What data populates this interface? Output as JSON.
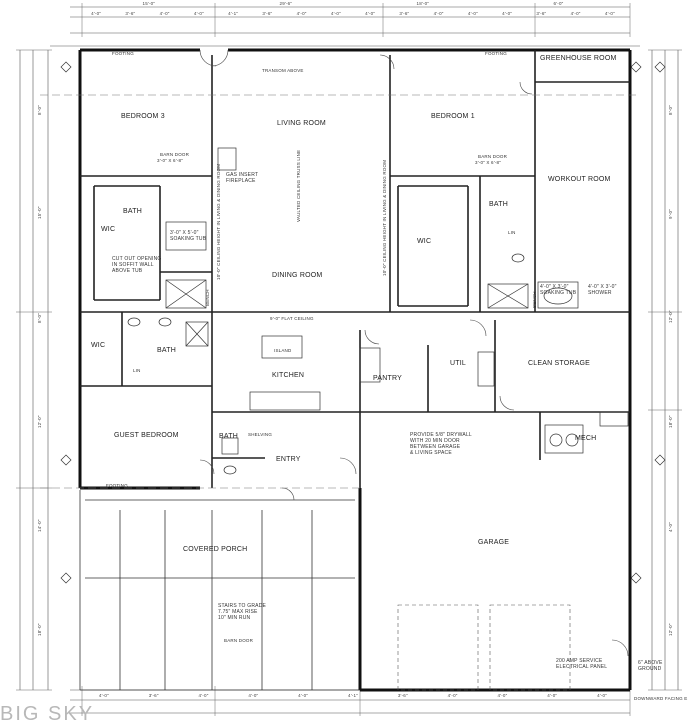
{
  "rooms": {
    "bedroom3": "BEDROOM 3",
    "living_room": "LIVING ROOM",
    "bedroom1": "BEDROOM 1",
    "greenhouse": "GREENHOUSE ROOM",
    "workout": "WORKOUT ROOM",
    "bath_left": "BATH",
    "wic_left": "WIC",
    "dining": "DINING ROOM",
    "wic_right": "WIC",
    "bath_right": "BATH",
    "wic_lower": "WIC",
    "bath_lower": "BATH",
    "kitchen": "KITCHEN",
    "pantry": "PANTRY",
    "util": "UTIL",
    "clean_storage": "CLEAN STORAGE",
    "guest_bedroom": "GUEST BEDROOM",
    "bath_guest": "BATH",
    "entry": "ENTRY",
    "mech": "MECH",
    "covered_porch": "COVERED PORCH",
    "garage": "GARAGE"
  },
  "labels": {
    "barn_door": "BARN DOOR",
    "barn_door_size": "3'-0\" X 6'-8\"",
    "transom": "TRANSOM ABOVE",
    "gas_fireplace": "GAS INSERT\nFIREPLACE",
    "soak_tub_left": "3'-0\" X 5'-0\"\nSOAKING TUB",
    "soak_tub_right": "4'-0\" X 3'-0\"\nSOAKING TUB",
    "flat_ceiling": "9'-0\" FLAT CEILING",
    "island": "ISLAND",
    "shelving": "SHELVING",
    "linen": "LIN",
    "bench": "BENCH",
    "drywall_note": "PROVIDE 5/8\" DRYWALL\nWITH 20 MIN DOOR\nBETWEEN GARAGE\n& LIVING SPACE",
    "stairs_note": "STAIRS TO GRADE\n7.75\" MAX RISE\n10\" MIN RUN",
    "service_note": "200 AMP SERVICE\nELECTRICAL PANEL",
    "grade_note": "6\" ABOVE\nGROUND",
    "downward_note": "DOWNWARD FACING E",
    "vault_living": "VAULTED CEILING TRUSS LINE",
    "vault_dining": "10'-0\" CEILING HEIGHT IN LIVING & DINING ROOM",
    "ceiling_height": "10'-0\" CEILING HEIGHT IN LIVING & DINING ROOM",
    "cutout_note": "CUT OUT OPENING\nIN SOFFIT WALL\nABOVE TUB",
    "shower_note": "4'-0\" X 3'-0\"\nSHOWER",
    "footing": "FOOTING"
  },
  "dimensions": {
    "top_row1": [
      "4'-0\"",
      "3'-6\"",
      "4'-0\"",
      "4'-0\"",
      "4'-1\"",
      "3'-6\"",
      "4'-0\"",
      "4'-0\"",
      "4'-0\"",
      "3'-6\"",
      "4'-0\"",
      "4'-0\"",
      "4'-0\"",
      "3'-6\"",
      "4'-0\"",
      "4'-0\""
    ],
    "top_overall": [
      "15'-0\"",
      "29'-6\"",
      "18'-0\"",
      "6'-0\""
    ],
    "bottom_row": [
      "4'-0\"",
      "3'-6\"",
      "4'-0\"",
      "4'-0\"",
      "4'-0\"",
      "4'-1\"",
      "3'-6\"",
      "4'-0\"",
      "4'-0\"",
      "4'-0\"",
      "4'-0\""
    ],
    "left_row": [
      "8'-0\"",
      "15'-0\"",
      "8'-0\"",
      "12'-0\"",
      "14'-0\"",
      "18'-0\""
    ],
    "right_row": [
      "8'-0\"",
      "9'-0\"",
      "12'-0\"",
      "18'-0\"",
      "4'-0\"",
      "12'-0\""
    ]
  },
  "watermark": "BIG SKY"
}
